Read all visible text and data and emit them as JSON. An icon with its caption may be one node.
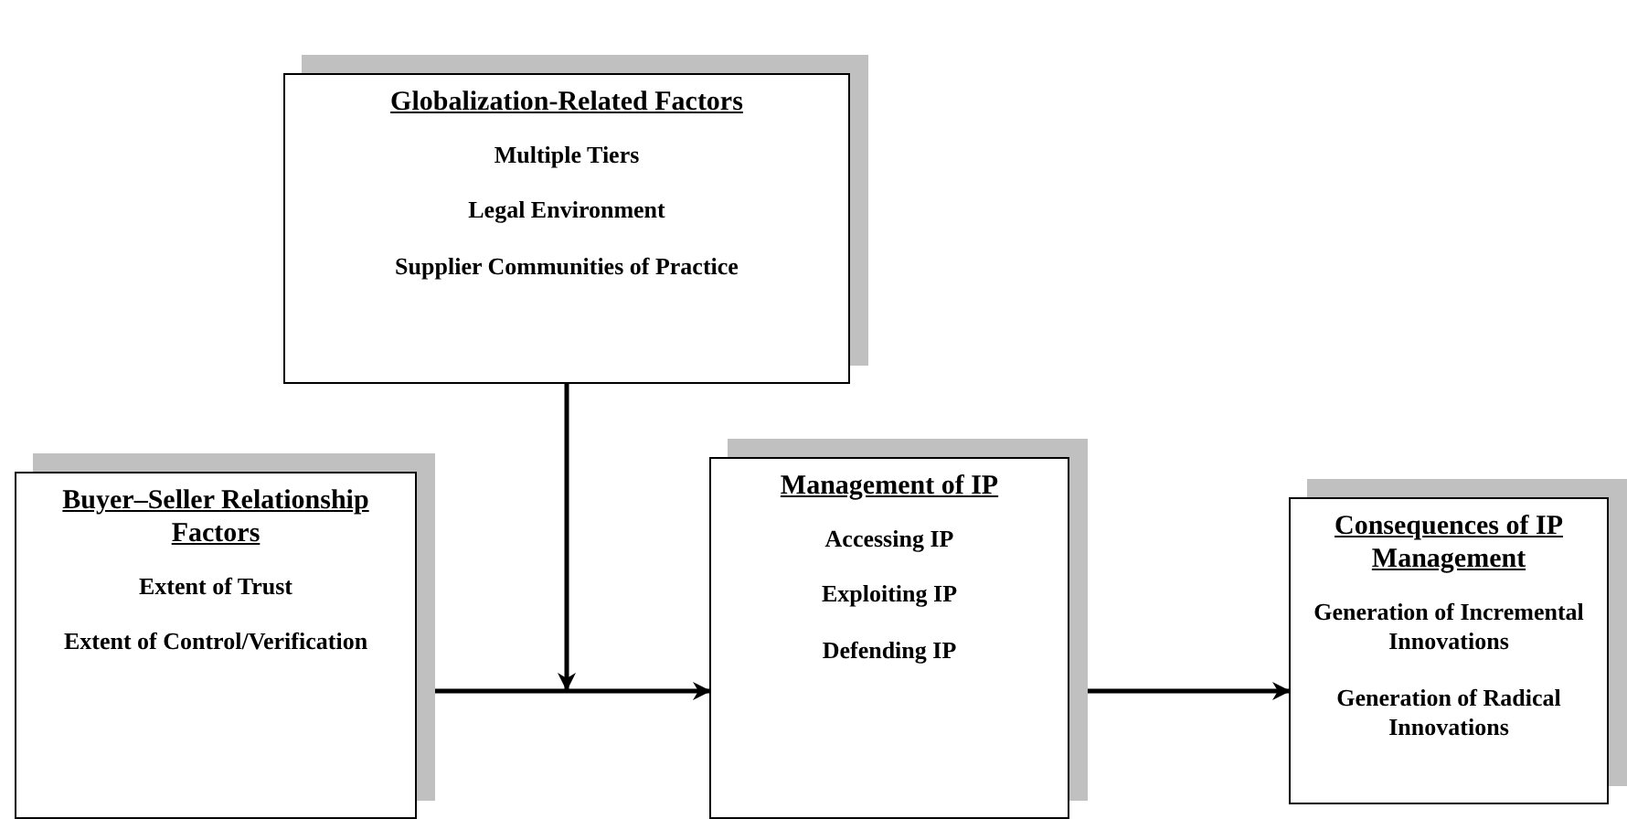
{
  "diagram": {
    "nodes": [
      {
        "text": [
          "Globalization-Related Factors",
          "Multiple Tiers",
          "Legal Environment",
          "Supplier Communities of Practice"
        ]
      },
      {
        "text": [
          "Buyer–Seller Relationship Factors",
          "Extent of Trust",
          "Extent of Control/Verification"
        ]
      },
      {
        "text": [
          "Management of IP",
          "Accessing IP",
          "Exploiting IP",
          "Defending IP"
        ]
      },
      {
        "text": [
          "Consequences of IP Management",
          "Generation of Incremental Innovations",
          "Generation of Radical Innovations"
        ]
      }
    ],
    "edges": [
      {
        "from": 0,
        "to": 2,
        "arrow": "to"
      },
      {
        "from": 1,
        "to": 2,
        "arrow": "to"
      },
      {
        "from": 2,
        "to": 3,
        "arrow": "to"
      }
    ]
  }
}
